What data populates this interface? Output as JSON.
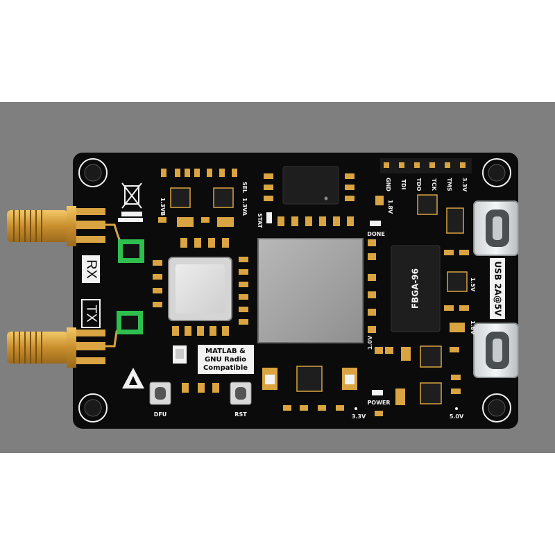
{
  "board": {
    "rx_label": "RX",
    "tx_label": "TX",
    "badge_lines": [
      "MATLAB &",
      "GNU Radio",
      "Compatible"
    ],
    "usb_label": "USB 2A@5V",
    "fbga_label": "FBGA-96",
    "jtag_pins": [
      "GND",
      "TDI",
      "TDO",
      "TCK",
      "TMS",
      "3.3V"
    ],
    "small_labels": {
      "v13b": "1.3VB",
      "v13a": "1.3VA",
      "sel": "SEL",
      "stat": "STAT",
      "done": "DONE",
      "v18_top": "1.8V",
      "v15": "1.5V",
      "v10": "1.0V",
      "v18_right": "1.8V",
      "power": "POWER",
      "v33": "3.3V",
      "v50": "5.0V",
      "dfu": "DFU",
      "rst": "RST"
    }
  },
  "colors": {
    "background": "#7f7f7f",
    "pcb": "#0b0b0b",
    "gold": "#d9a441",
    "silk": "#f2f2f2",
    "chip": "#1e1e1e",
    "shield": "#a7a7a7"
  }
}
